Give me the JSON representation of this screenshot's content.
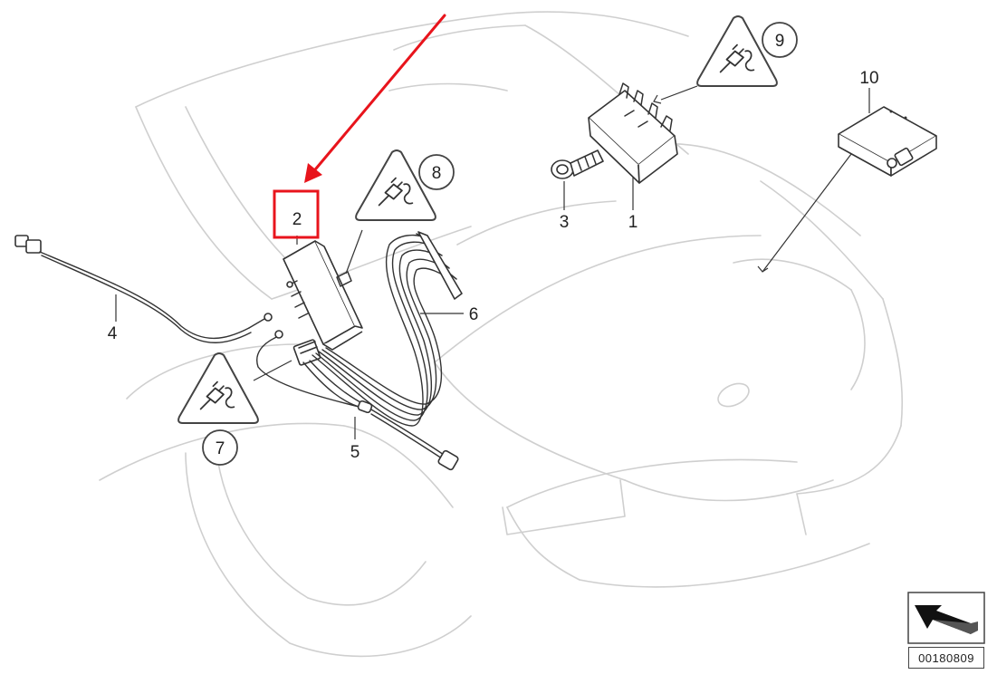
{
  "parts": [
    {
      "id": "1",
      "label": "1"
    },
    {
      "id": "2",
      "label": "2"
    },
    {
      "id": "3",
      "label": "3"
    },
    {
      "id": "4",
      "label": "4"
    },
    {
      "id": "5",
      "label": "5"
    },
    {
      "id": "6",
      "label": "6"
    },
    {
      "id": "10",
      "label": "10"
    }
  ],
  "callouts": [
    {
      "id": "7",
      "label": "7"
    },
    {
      "id": "8",
      "label": "8"
    },
    {
      "id": "9",
      "label": "9"
    }
  ],
  "annotation": {
    "highlight_color": "#e8141c",
    "highlighted_part": "2"
  },
  "diagram_code": "00180809",
  "icons": [
    "plug-connector-icon",
    "arrow-orientation-icon"
  ]
}
